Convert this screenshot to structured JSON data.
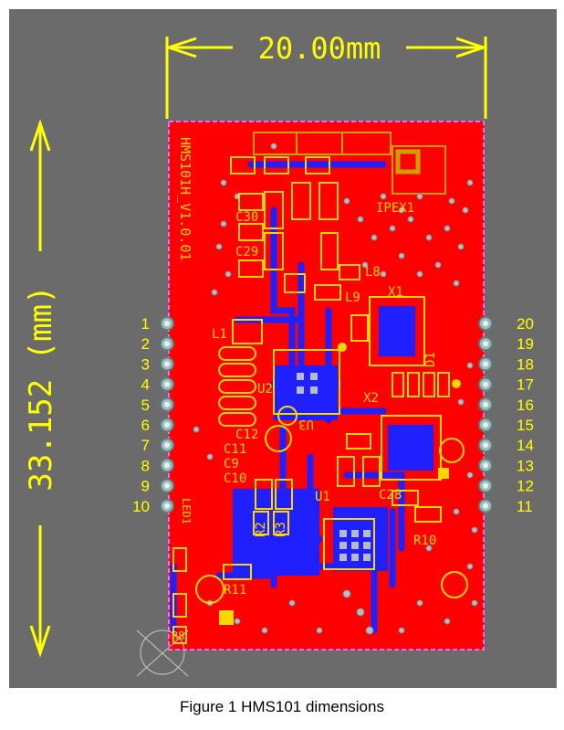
{
  "figure": {
    "width_label": "20.00mm",
    "height_label": "33.152 (mm)",
    "caption": "Figure 1 HMS101 dimensions",
    "left_pins": [
      "1",
      "2",
      "3",
      "4",
      "5",
      "6",
      "7",
      "8",
      "9",
      "10"
    ],
    "right_pins": [
      "20",
      "19",
      "18",
      "17",
      "16",
      "15",
      "14",
      "13",
      "12",
      "11"
    ],
    "silkscreen": {
      "board_name": "HMS101H_V1.0.01",
      "ipex": "IPEX1",
      "x1": "X1",
      "x2": "X2",
      "u1": "U1",
      "u2": "U2",
      "u3": "U3",
      "l1": "L1",
      "l8": "L8",
      "l9": "L9",
      "c29": "C29",
      "c30": "C30",
      "c9": "C9",
      "c10": "C10",
      "c11": "C11",
      "c12": "C12",
      "r2": "R2",
      "r3": "R3",
      "r10": "R10",
      "r11": "R11",
      "c28": "C28",
      "d1": "D1",
      "r8": "R8",
      "led1": "LED1"
    }
  },
  "colors": {
    "background": "#6b6b6b",
    "board": "#ff0000",
    "trace": "#2020ff",
    "silk": "#ffd700",
    "dimension": "#ffff00",
    "pad": "#9fbfbf"
  }
}
